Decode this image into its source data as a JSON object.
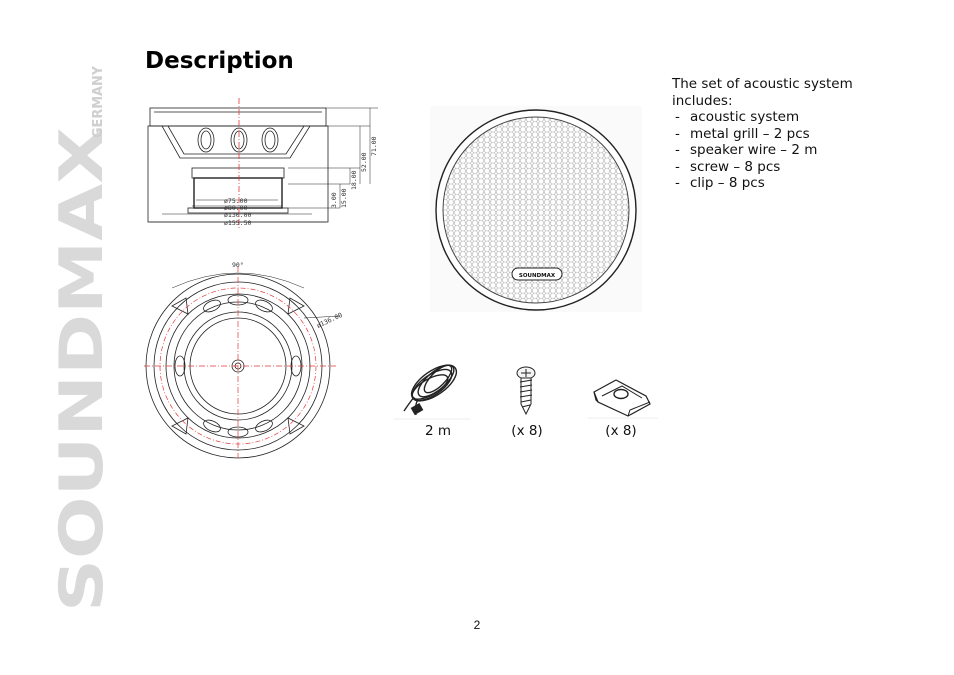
{
  "brand": {
    "name": "SOUNDMAX",
    "country": "GERMANY"
  },
  "page": {
    "title": "Description",
    "number": "2"
  },
  "includes": {
    "intro": "The set of acoustic system includes:",
    "items": [
      "acoustic system",
      "metal grill – 2 pcs",
      "speaker wire – 2 m",
      "screw – 8 pcs",
      "clip – 8 pcs"
    ]
  },
  "side_drawing": {
    "heights": [
      "52.00",
      "71.00",
      "18.00",
      "3.00",
      "15.00"
    ],
    "diameters": [
      "ø75.00",
      "ø80.00",
      "ø130.00",
      "ø155.50"
    ]
  },
  "top_drawing": {
    "angle": "90°",
    "diameter": "ø136.00"
  },
  "grill": {
    "badge": "SOUNDMAX"
  },
  "accessories": {
    "wire_caption": "2 m",
    "screw_caption": "(x 8)",
    "clip_caption": "(x 8)"
  }
}
